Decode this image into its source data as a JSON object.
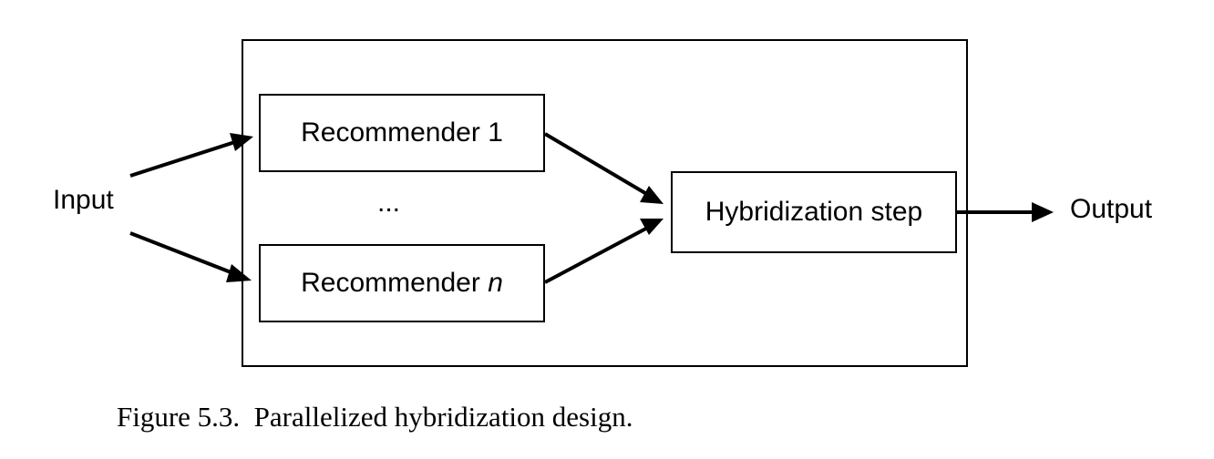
{
  "diagram": {
    "input": "Input",
    "output": "Output",
    "ellipsis": "...",
    "recommender_1": "Recommender 1",
    "recommender_n_prefix": "Recommender ",
    "recommender_n_var": "n",
    "hybridization": "Hybridization step",
    "caption": "Figure 5.3.  Parallelized hybridization design."
  },
  "colors": {
    "stroke": "#000000",
    "background": "#ffffff"
  }
}
